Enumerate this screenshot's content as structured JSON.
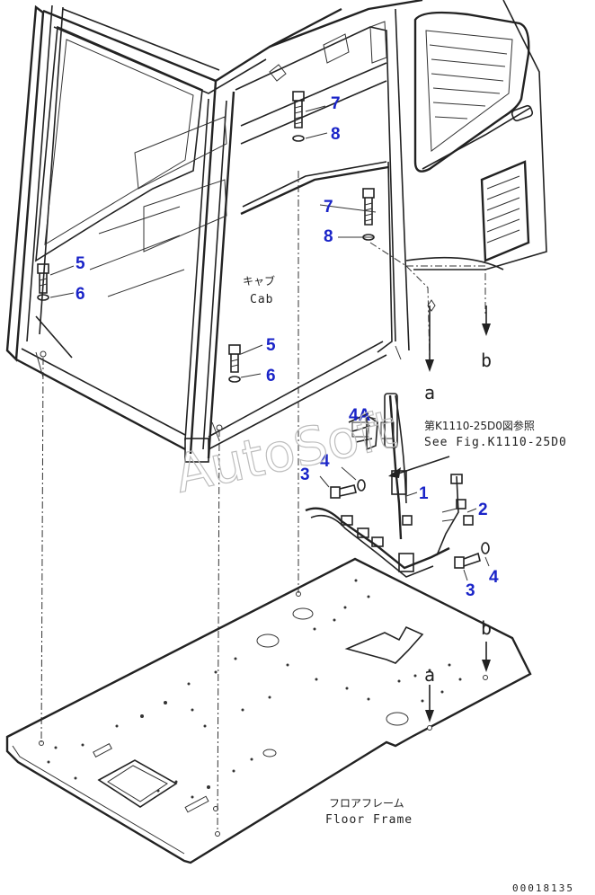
{
  "labels": {
    "cab_jp": "キャブ",
    "cab_en": "Cab",
    "floor_jp": "フロアフレーム",
    "floor_en": "Floor Frame",
    "ref_jp": "第K1110-25D0図参照",
    "ref_en": "See Fig.K1110-25D0",
    "watermark": "AutoSoft",
    "drawing_code": "00018135"
  },
  "callouts": {
    "c7a": "7",
    "c8a": "8",
    "c7b": "7",
    "c8b": "8",
    "c5a": "5",
    "c6a": "6",
    "c5b": "5",
    "c6b": "6",
    "c4A": "4A",
    "c4a": "4",
    "c3a": "3",
    "c1": "1",
    "c2": "2",
    "c4b": "4",
    "c3b": "3"
  },
  "links": {
    "a_upper": "a",
    "b_upper": "b",
    "a_lower": "a",
    "b_lower": "b"
  },
  "colors": {
    "callout": "#1a24c8",
    "line": "#222222",
    "watermark": "#bdbdbd"
  }
}
